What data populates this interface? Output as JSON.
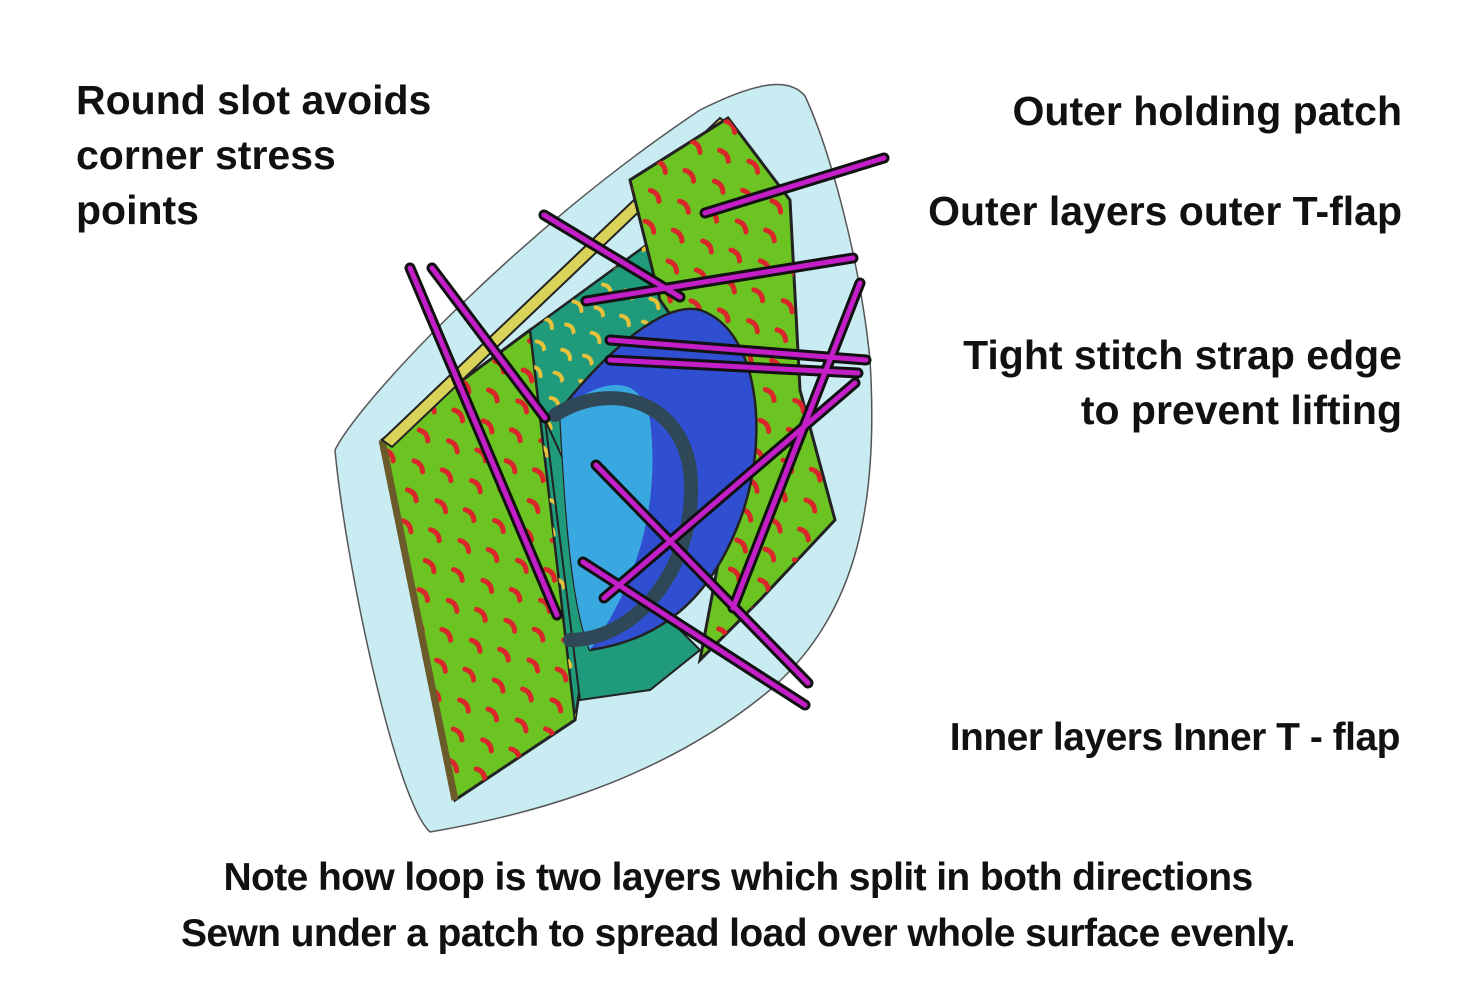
{
  "diagram": {
    "subject": "Strap loop sewn under a patch (hand-drawn marker sketch)",
    "colors": {
      "outer_wrap": "#c9ecf3",
      "patch_green": "#6cc422",
      "inner_teal": "#1f9a7a",
      "loop_blue": "#2f4fd0",
      "loop_light_blue": "#3aa8e0",
      "stitch_red": "#d8262a",
      "stitch_yellow": "#e8c23a",
      "pointer_magenta": "#c41ec8",
      "pointer_outline": "#111111",
      "text": "#111111"
    },
    "labels": {
      "round_slot": [
        "Round slot avoids",
        "corner stress",
        "points"
      ],
      "outer_holding_patch": "Outer holding patch",
      "outer_tflap": "Outer layers outer T-flap",
      "tight_stitch": [
        "Tight stitch strap edge",
        "to prevent lifting"
      ],
      "inner_tflap": "Inner layers Inner T - flap"
    },
    "notes": [
      "Note how loop is two layers which split in both directions",
      "Sewn under a patch to spread load over whole surface evenly."
    ]
  }
}
